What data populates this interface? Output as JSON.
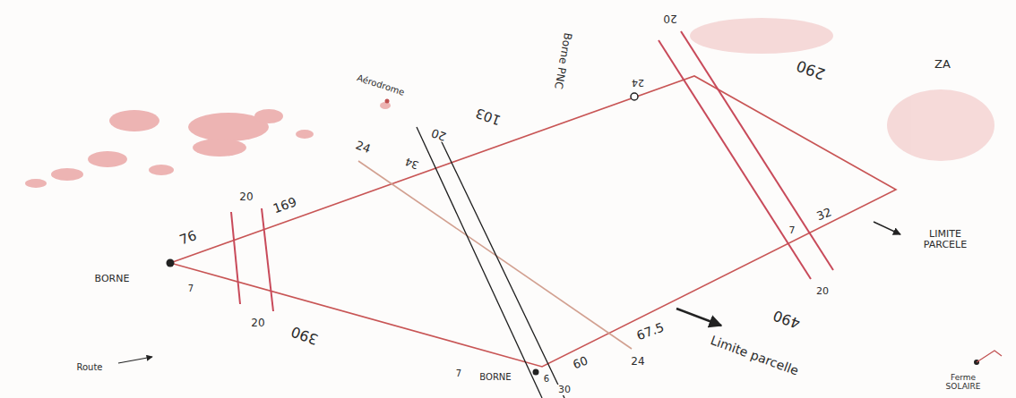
{
  "diagram": {
    "labels": [
      "20",
      "Borne PNC",
      "24",
      "Aérodrome",
      "ZA",
      "290",
      "103",
      "24",
      "34",
      "20",
      "169",
      "76",
      "20",
      "BORNE",
      "7",
      "20",
      "390",
      "Route",
      "7",
      "BORNE",
      "6",
      "30",
      "60",
      "67.5",
      "Limite parcelle",
      "24",
      "490",
      "20",
      "7",
      "32",
      "LIMITE PARCELE",
      "Ferme SOLAIRE"
    ]
  }
}
